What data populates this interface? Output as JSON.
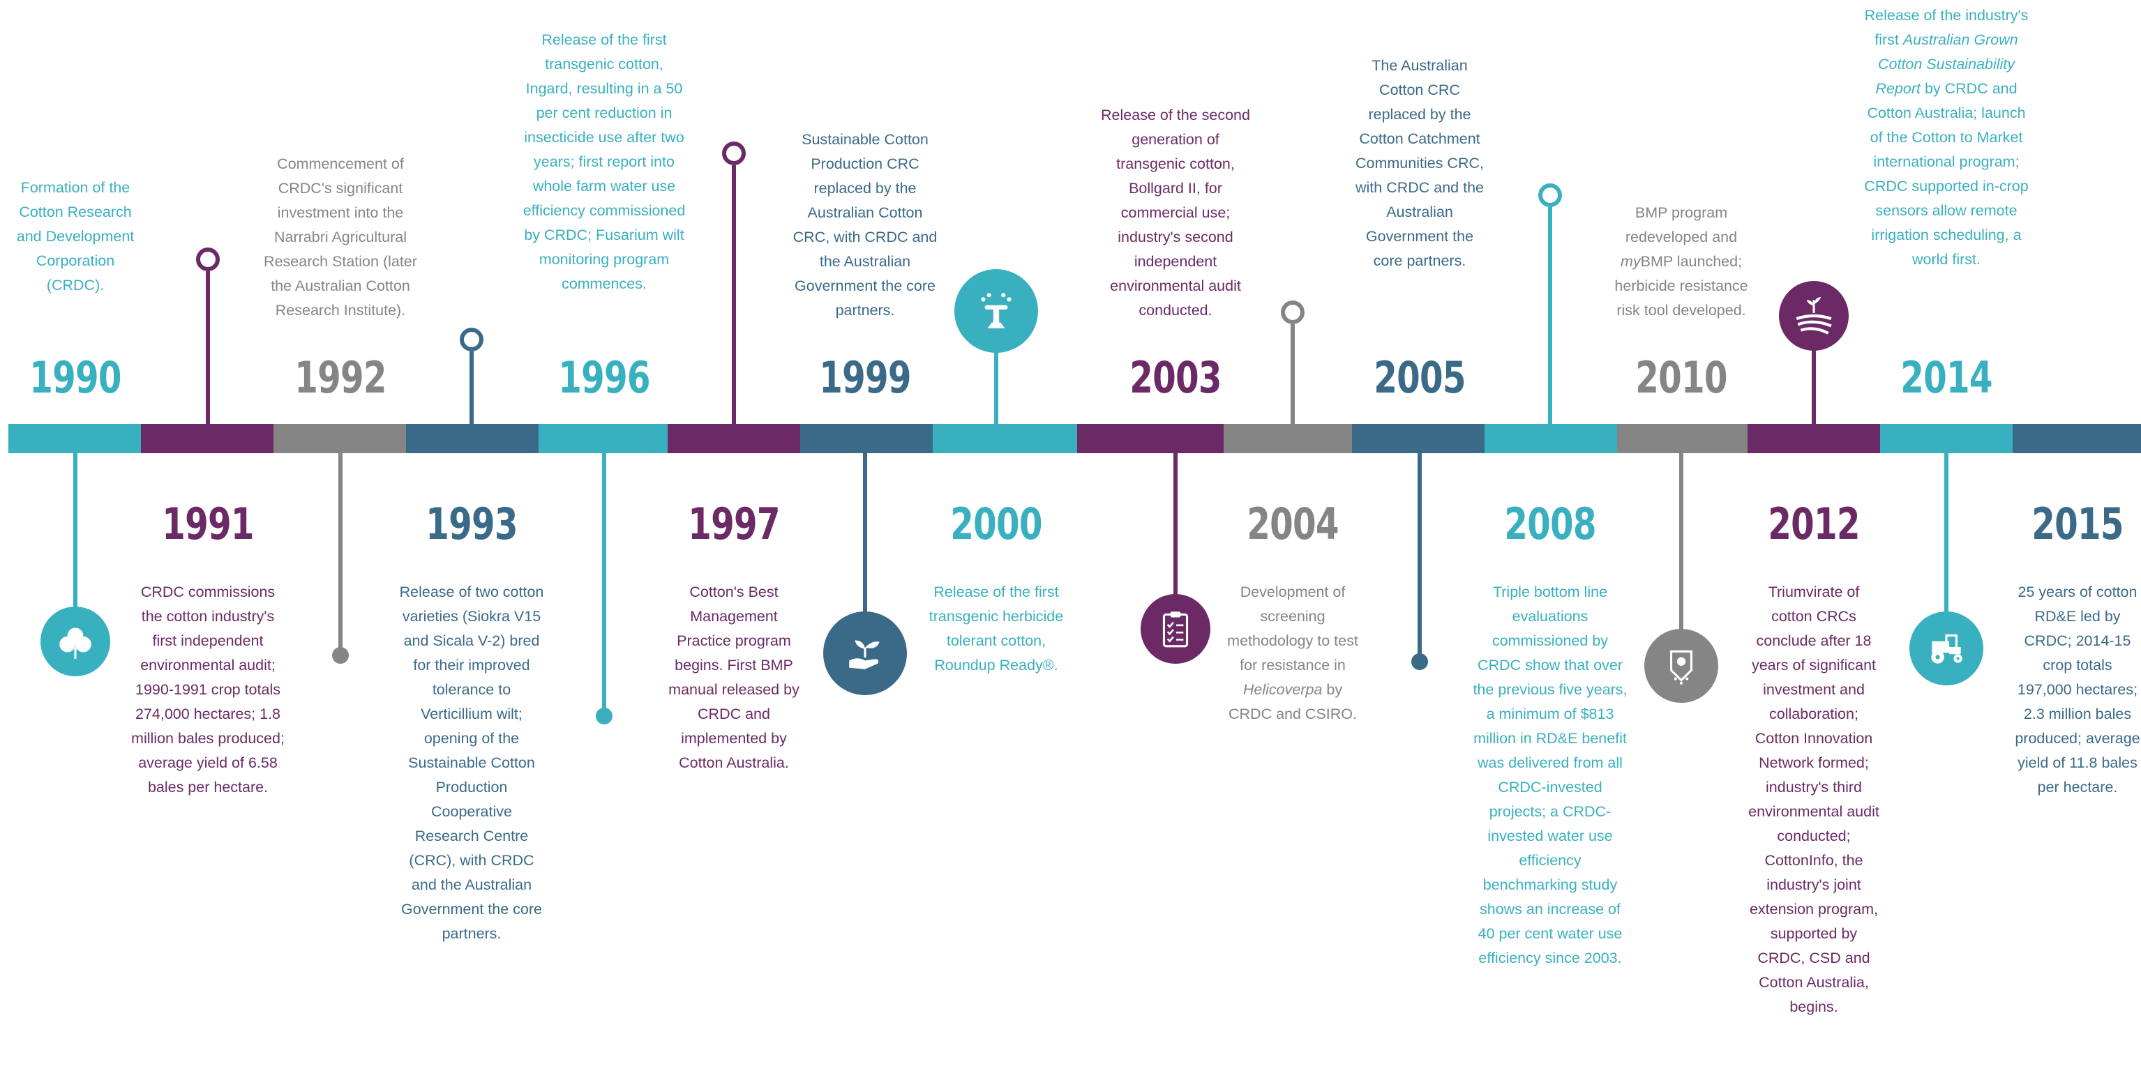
{
  "colors": {
    "teal": "#39b0bf",
    "purple": "#6b2a66",
    "grey": "#858585",
    "slate": "#3b6a89"
  },
  "events": [
    {
      "year": "1990",
      "description": "Formation of the Cotton Research and Development Corporation (CRDC).",
      "icon": "cotton-boll-icon"
    },
    {
      "year": "1991",
      "description": "CRDC commissions the cotton industry's first independent environmental audit; 1990-1991 crop totals 274,000 hectares; 1.8 million bales produced; average yield of 6.58 bales per hectare."
    },
    {
      "year": "1992",
      "description": "Commencement of CRDC's significant investment into the Narrabri Agricultural Research Station (later the Australian Cotton Research Institute)."
    },
    {
      "year": "1993",
      "description": "Release of two cotton varieties (Siokra V15 and Sicala V-2) bred for their improved tolerance to Verticillium wilt; opening of the Sustainable Cotton Production Cooperative Research Centre (CRC), with CRDC and the Australian Government the core partners."
    },
    {
      "year": "1996",
      "description": "Release of the first transgenic cotton, Ingard, resulting in a 50 per cent reduction in insecticide use after two years; first report into whole farm water use efficiency commissioned by CRDC; Fusarium wilt monitoring program commences."
    },
    {
      "year": "1997",
      "description": "Cotton's Best Management Practice program begins. First BMP manual released by CRDC and implemented by Cotton Australia."
    },
    {
      "year": "1999",
      "description": "Sustainable Cotton Production CRC replaced by the Australian Cotton CRC, with CRDC and the Australian Government the core partners.",
      "icon": "seedling-hand-icon"
    },
    {
      "year": "2000",
      "description": "Release of the first transgenic herbicide tolerant cotton, Roundup Ready®.",
      "icon": "irrigation-sprinkler-icon"
    },
    {
      "year": "2003",
      "description": "Release of the second generation of transgenic cotton, Bollgard II, for commercial use; industry's second independent environmental audit conducted.",
      "icon": "clipboard-checklist-icon"
    },
    {
      "year": "2004",
      "description": "Development of screening methodology to test for resistance in Helicoverpa by CRDC and CSIRO.",
      "description_italic": "Helicoverpa"
    },
    {
      "year": "2005",
      "description": "The Australian Cotton CRC replaced by the Cotton Catchment Communities CRC, with CRDC and the Australian Government the core partners."
    },
    {
      "year": "2008",
      "description": "Triple bottom line evaluations commissioned by CRDC show that over the previous five years, a minimum of $813 million in RD&E benefit was delivered from all CRDC-invested projects; a CRDC-invested water use efficiency benchmarking study shows an increase of 40 per cent water use efficiency since 2003."
    },
    {
      "year": "2010",
      "description": "BMP program redeveloped and myBMP launched; herbicide resistance risk tool developed.",
      "description_italic": "my",
      "icon": "soil-sensor-icon"
    },
    {
      "year": "2012",
      "description": "Triumvirate of cotton CRCs conclude after 18 years of significant investment and collaboration; Cotton Innovation Network formed; industry's third environmental audit conducted; CottonInfo, the industry's joint extension program, supported by CRDC, CSD and Cotton Australia, begins.",
      "icon": "crop-field-icon"
    },
    {
      "year": "2014",
      "description": "Release of the industry's first Australian Grown Cotton Sustainability Report by CRDC and Cotton Australia; launch of the Cotton to Market international program; CRDC supported in-crop sensors allow remote irrigation scheduling, a world first.",
      "description_italic": "Australian Grown Cotton Sustainability Report",
      "icon": "tractor-icon"
    },
    {
      "year": "2015",
      "description": "25 years of cotton RD&E led by CRDC; 2014-15 crop totals 197,000 hectares; 2.3 million bales produced; average yield of 11.8 bales per hectare."
    }
  ]
}
